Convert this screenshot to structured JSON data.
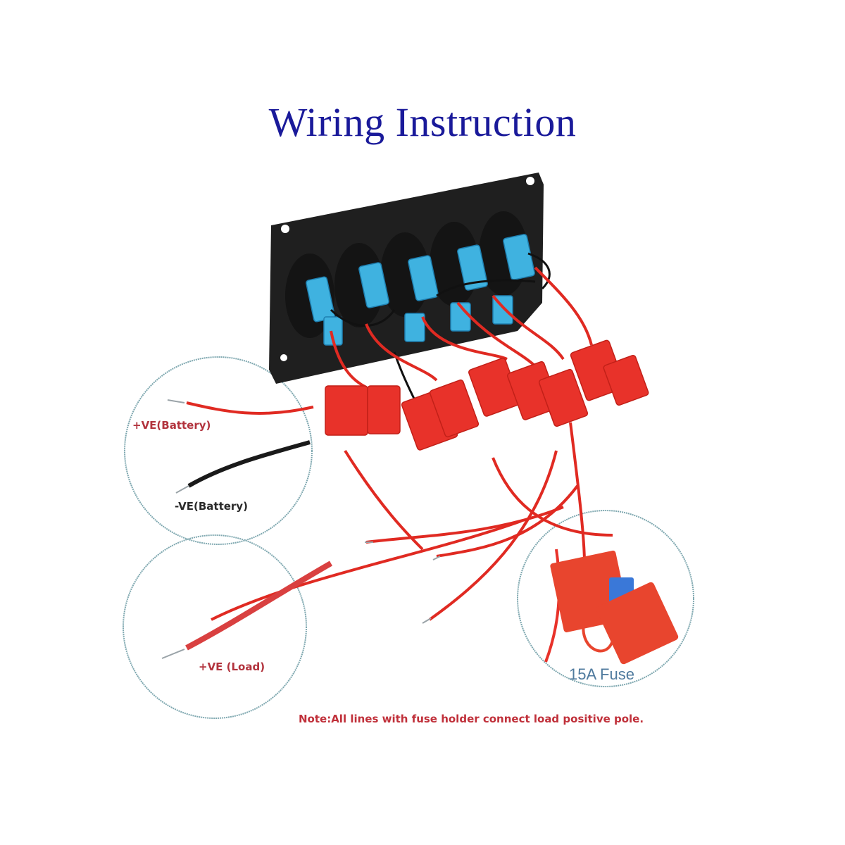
{
  "title": "Wiring Instruction",
  "labels": {
    "positive_battery": "+VE(Battery)",
    "negative_battery": "-VE(Battery)",
    "positive_load": "+VE (Load)",
    "fuse": "15A Fuse"
  },
  "note": "Note:All lines with fuse holder connect load positive pole.",
  "components": {
    "panel": {
      "name": "switch-panel",
      "switch_count": 5,
      "color": "#1e1e1e"
    },
    "switch_connectors": {
      "color": "#3fb2e0",
      "count": 5
    },
    "fuse_holders": {
      "color": "#e8322a",
      "count": 5,
      "rating": "15A"
    },
    "wires": {
      "positive_color": "#e02a22",
      "negative_color": "#1a1a1a"
    }
  },
  "callouts": [
    {
      "id": "battery-callout",
      "labels": [
        "+VE(Battery)",
        "-VE(Battery)"
      ]
    },
    {
      "id": "load-callout",
      "labels": [
        "+VE (Load)"
      ]
    },
    {
      "id": "fuse-callout",
      "labels": [
        "15A Fuse"
      ]
    }
  ],
  "colors": {
    "title": "#1a1a9a",
    "note": "#c0303a",
    "callout_outline": "#7fa8b0",
    "fuse_label": "#4f7a9e"
  }
}
